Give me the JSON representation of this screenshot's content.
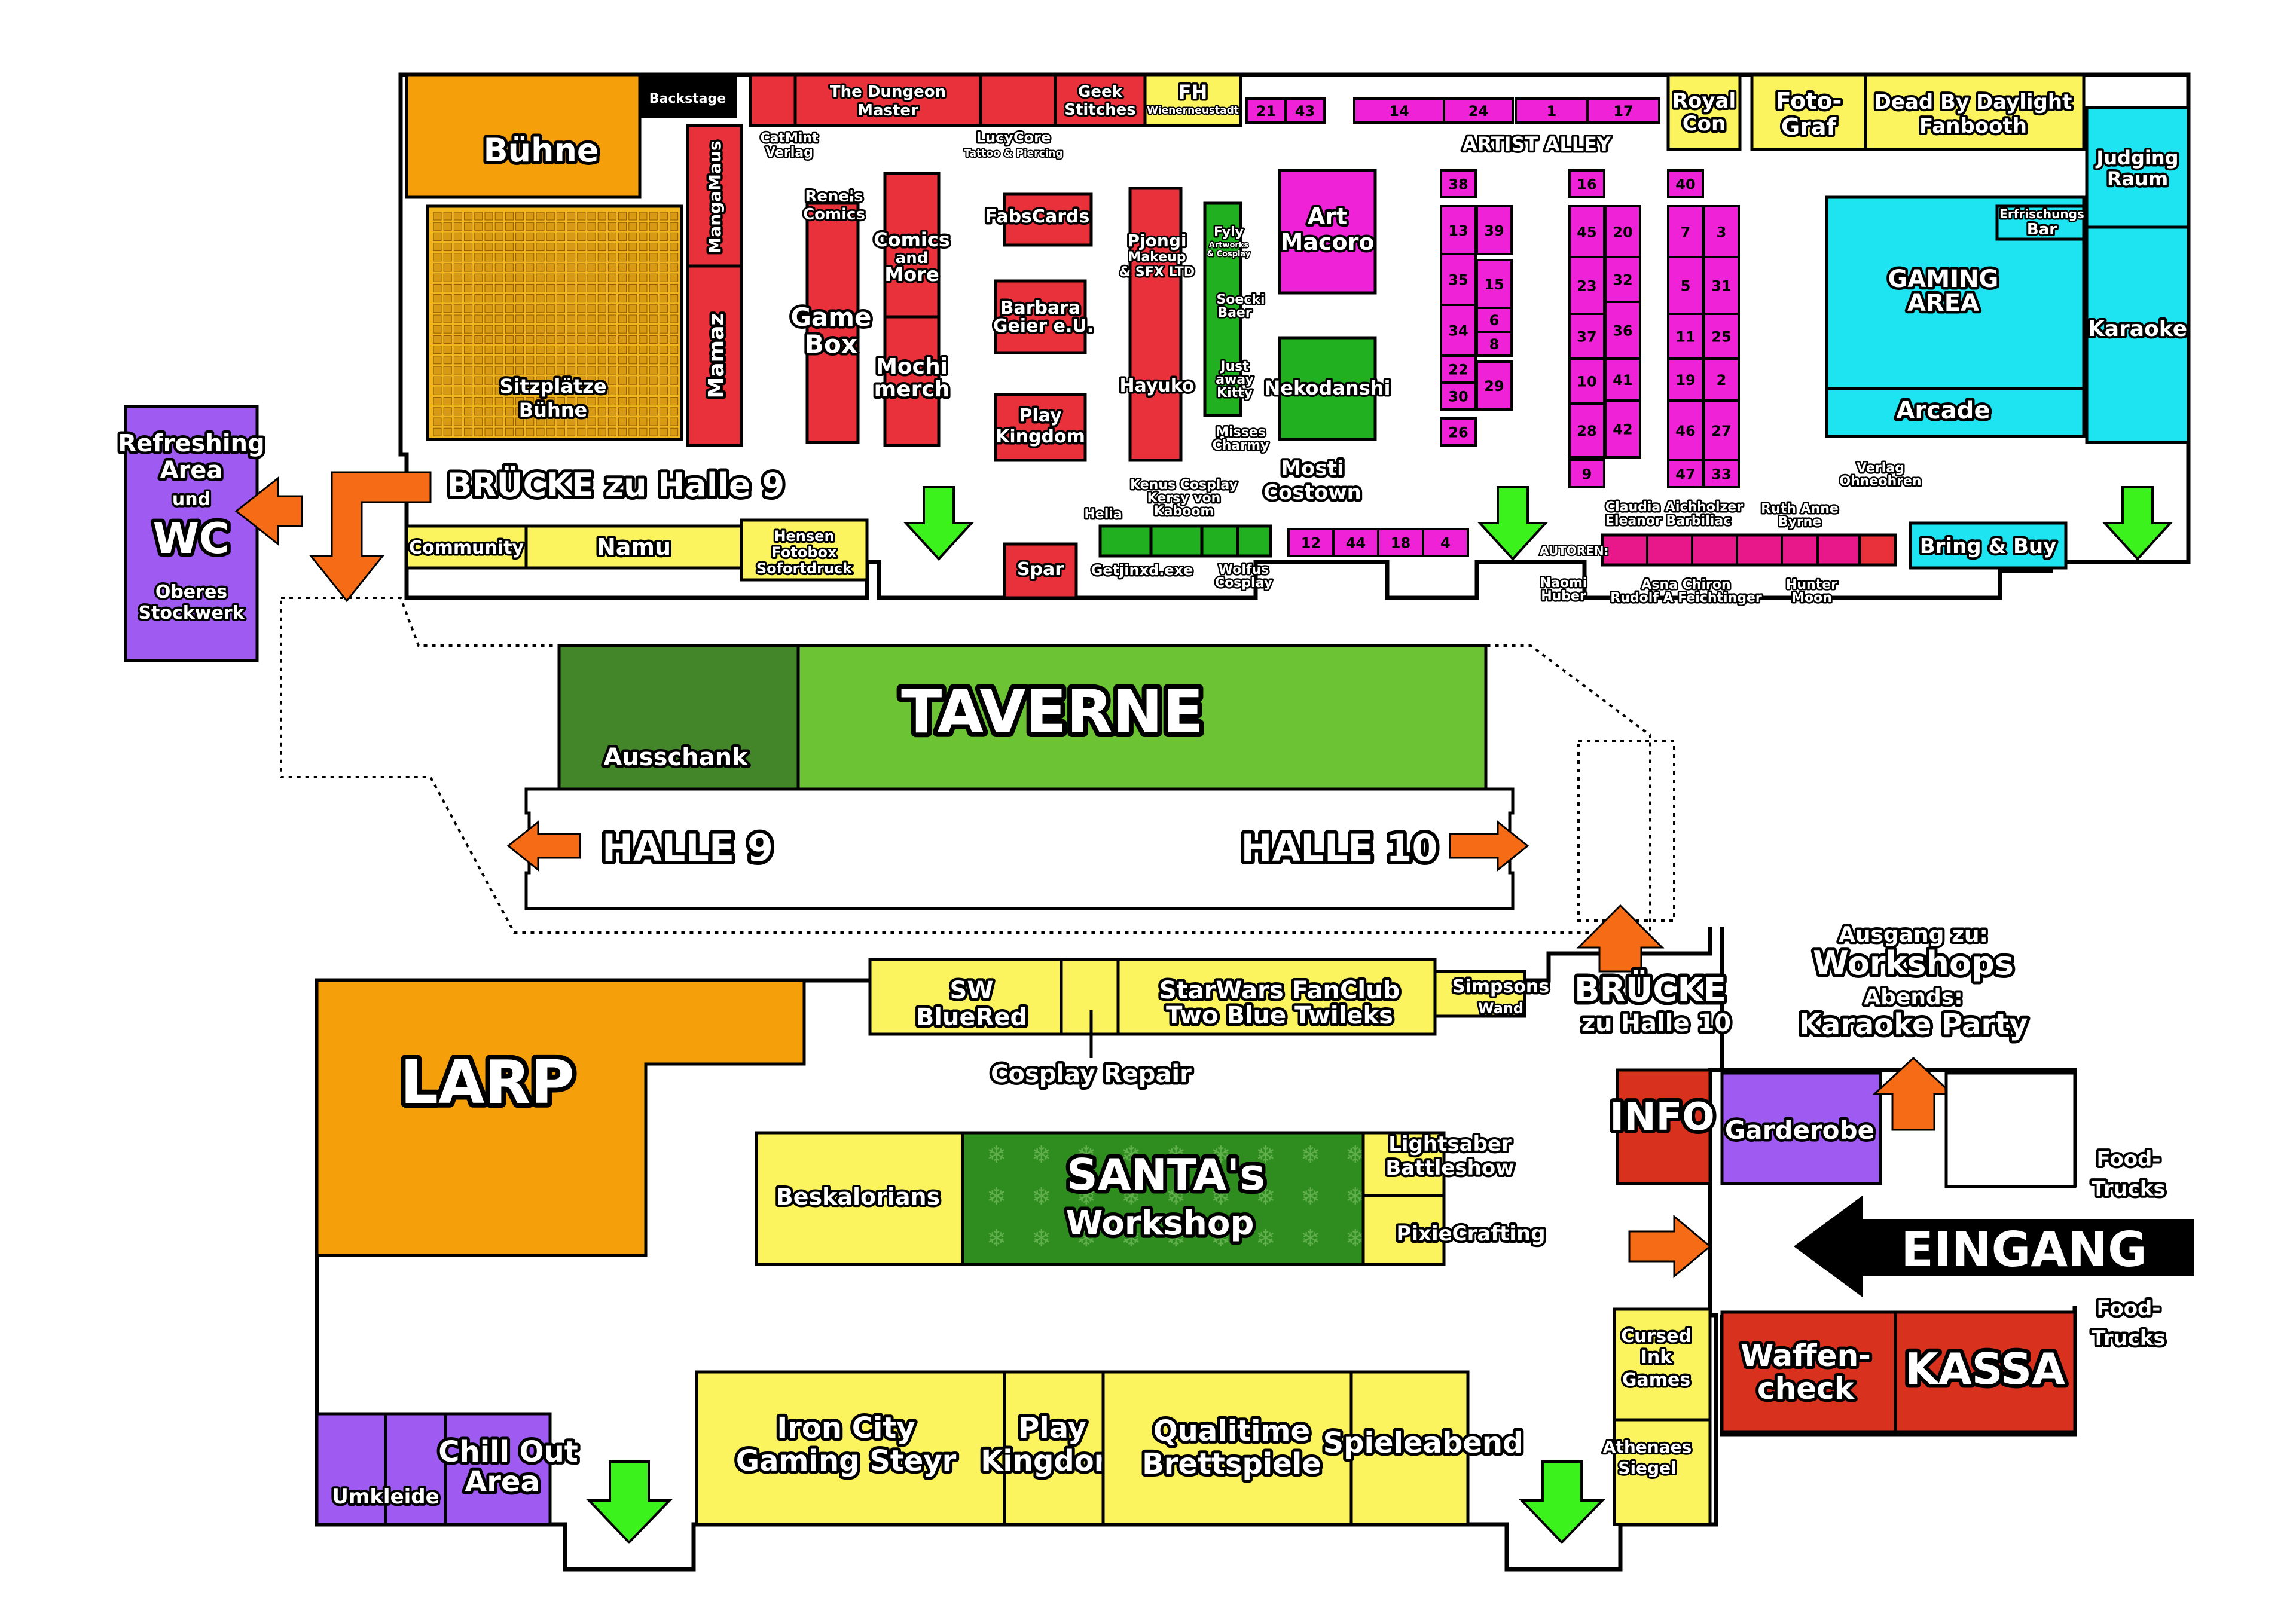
{
  "colors": {
    "yellow": "#fbf45f",
    "red": "#e8313a",
    "darkred": "#d8321f",
    "green": "#21b01f",
    "lime": "#6cc333",
    "darkgreen": "#43862a",
    "santa": "#2f8c1f",
    "magenta": "#f022d8",
    "cyan": "#1de4f0",
    "orange": "#f5a00a",
    "purple": "#9f5af2",
    "seat": "#f2b51d",
    "arrowOrange": "#f56b16",
    "arrowGreen": "#3cf21c"
  },
  "venue": {
    "buehne": "Bühne",
    "backstage": "Backstage",
    "sitzplaetze": [
      "Sitzplätze",
      "Bühne"
    ],
    "mangamaus": "MangaMaus",
    "mamaz": "Mamaz",
    "refreshing": [
      "Refreshing",
      "Area",
      "und",
      "WC"
    ],
    "oberes": [
      "Oberes",
      "Stockwerk"
    ],
    "bruecke9": "BRÜCKE zu Halle 9",
    "community": "Community",
    "namu": "Namu",
    "hensen": [
      "Hensen",
      "Fotobox",
      "Sofortdruck"
    ],
    "spar": "Spar",
    "dungeon": [
      "The Dungeon",
      "Master"
    ],
    "geek": [
      "Geek",
      "Stitches"
    ],
    "fh": [
      "FH",
      "Wienerneustadt"
    ],
    "catmint": [
      "CatMint",
      "Verlag"
    ],
    "lucycore": [
      "LucyCore",
      "Tattoo & Piercing"
    ],
    "rene": [
      "Rene's",
      "Comics"
    ],
    "gamebox": [
      "Game",
      "Box"
    ],
    "comicsmore": [
      "Comics",
      "and",
      "More"
    ],
    "mochi": [
      "Mochi",
      "merch"
    ],
    "fabscards": "FabsCards",
    "barbara": [
      "Barbara",
      "Geier e.U."
    ],
    "playkingdom": [
      "Play",
      "Kingdom"
    ],
    "pjongi": [
      "Pjongi",
      "Makeup",
      "& SFX LTD"
    ],
    "hayuko": "Hayuko",
    "fyly": [
      "Fyly",
      "Artworks",
      "& Cosplay"
    ],
    "soecki": [
      "Soecki",
      "Baer"
    ],
    "justaway": [
      "Just",
      "away",
      "Kitty"
    ],
    "misses": [
      "Misses",
      "Charmy"
    ],
    "artmacoro": [
      "Art",
      "Macoro"
    ],
    "nekodanshi": "Nekodanshi",
    "mosti": [
      "Mosti",
      "Costown"
    ],
    "helia": "Helia",
    "kenus": [
      "Kenus Cosplay",
      "Kersy von",
      "Kaboom"
    ],
    "getjinxd": "Getjinxd.exe",
    "wolfus": [
      "Wolfus",
      "Cosplay"
    ],
    "artistalley": "ARTIST ALLEY",
    "royalcon": [
      "Royal",
      "Con"
    ],
    "fotograf": [
      "Foto-",
      "Graf"
    ],
    "deadbydaylight": [
      "Dead By Daylight",
      "Fanbooth"
    ],
    "judging": [
      "Judging",
      "Raum"
    ],
    "erfrischungs": [
      "Erfrischungs",
      "Bar"
    ],
    "gaming": [
      "GAMING",
      "AREA"
    ],
    "arcade": "Arcade",
    "karaoke": "Karaoke",
    "bringbuy": "Bring & Buy",
    "verlag": [
      "Verlag",
      "Ohneohren"
    ],
    "claudia": [
      "Claudia Aichholzer",
      "Eleanor Barbiliac"
    ],
    "ruth": [
      "Ruth Anne",
      "Byrne"
    ],
    "autoren": "AUTOREN:",
    "naomi": [
      "Naomi",
      "Huber"
    ],
    "asna": [
      "Asna Chiron",
      "Rudolf A Feichtinger"
    ],
    "hunter": [
      "Hunter",
      "Moon"
    ],
    "taverne": "TAVERNE",
    "ausschank": "Ausschank",
    "halle9": "HALLE 9",
    "halle10": "HALLE 10",
    "larp": "LARP",
    "swblue": [
      "SW",
      "BlueRed"
    ],
    "starwars": [
      "StarWars FanClub",
      "Two Blue Twileks"
    ],
    "simpsons": [
      "Simpsons",
      "Wand"
    ],
    "cosplayrepair": "Cosplay Repair",
    "bruecke10": [
      "BRÜCKE",
      "zu Halle 10"
    ],
    "ausgang": [
      "Ausgang zu:",
      "Workshops",
      "Abends:",
      "Karaoke Party"
    ],
    "info": "INFO",
    "garderobe": "Garderobe",
    "foodtrucks": [
      "Food-",
      "Trucks"
    ],
    "eingang": "EINGANG",
    "beskalorians": "Beskalorians",
    "santa": [
      "SANTA's",
      "Workshop"
    ],
    "lightsaber": [
      "Lightsaber",
      "Battleshow"
    ],
    "pixiecrafting": "PixieCrafting",
    "cursed": [
      "Cursed",
      "Ink",
      "Games"
    ],
    "athenaes": [
      "Athenaes",
      "Siegel"
    ],
    "waffencheck": [
      "Waffen-",
      "check"
    ],
    "kassa": "KASSA",
    "umkleide": "Umkleide",
    "chillout": [
      "Chill Out",
      "Area"
    ],
    "ironcity": [
      "Iron City",
      "Gaming Steyr"
    ],
    "playkingdom2": [
      "Play",
      "Kingdom"
    ],
    "qualitime": [
      "Qualitime",
      "Brettspiele"
    ],
    "spieleabend": "Spieleabend"
  },
  "artist_numbers": {
    "top_pairs": [
      "21",
      "43",
      "14",
      "24",
      "1",
      "17"
    ],
    "col_a": [
      "38",
      "13",
      "35",
      "34",
      "22",
      "30",
      "26"
    ],
    "col_b": [
      "39",
      "15",
      "6",
      "8",
      "29"
    ],
    "col_c": [
      "16",
      "45",
      "23",
      "37",
      "10",
      "28",
      "9"
    ],
    "col_d": [
      "20",
      "32",
      "36",
      "41",
      "42"
    ],
    "col_e": [
      "40",
      "7",
      "5",
      "11",
      "19",
      "46",
      "47"
    ],
    "col_f": [
      "3",
      "31",
      "25",
      "2",
      "27",
      "33"
    ],
    "bottom": [
      "12",
      "44",
      "18",
      "4"
    ]
  }
}
